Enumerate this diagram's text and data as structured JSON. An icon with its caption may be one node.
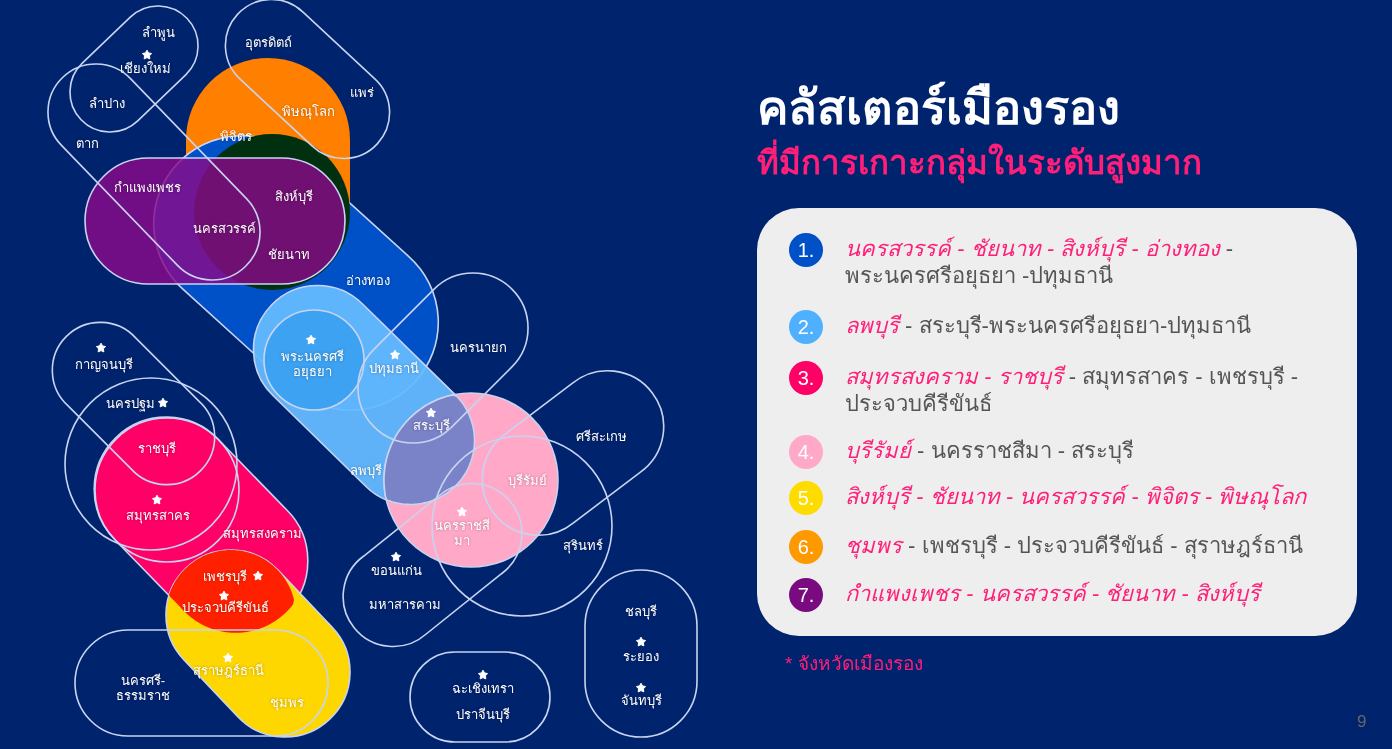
{
  "diagram": {
    "title": "คลัสเตอร์เมืองรอง",
    "nodes": [
      {
        "text": [
          "ลำพูน",
          "เชียงใหม่",
          "ลำปาง"
        ]
      },
      {
        "text": [
          "ตาก"
        ]
      },
      {
        "text": [
          "อุตรดิตถ์",
          "แพร่",
          "พิษณุโลก"
        ]
      },
      {
        "text": [
          "พิจิตร"
        ]
      },
      {
        "text": [
          "อ่างทอง"
        ]
      },
      {
        "text": [
          "สิงห์บุรี",
          "นครสวรรค์",
          "ชัยนาท"
        ]
      },
      {
        "text": [
          "กำแพงเพชร"
        ]
      },
      {
        "text": [
          "นครนายก",
          "ปทุมธานี",
          "สระบุรี"
        ]
      },
      {
        "text": [
          "ลพบุรี"
        ]
      },
      {
        "text": [
          "พระนครศรีอยุธยา"
        ]
      },
      {
        "text": [
          "กาญจนบุรี",
          "นครปฐม"
        ]
      },
      {
        "text": [],
        "shape": "circle"
      },
      {
        "text": [
          "สมุทรสงคราม"
        ]
      },
      {
        "text": [
          "ราชบุรี",
          "สมุทรสาคร"
        ],
        "in": 12
      },
      {
        "text": [
          "ศรีสะเกษ",
          "บุรีรัมย์"
        ]
      },
      {
        "text": [],
        "shape": "circle"
      },
      {
        "text": [
          "สุรินทร์"
        ]
      },
      {
        "text": [
          "นครราชสีมา",
          "ขอนแก่น",
          "มหาสารคาม"
        ]
      },
      {
        "text": [],
        "shape": "box"
      },
      {
        "text": [
          "เพชรบุรี",
          "ประจวบคีรีขันธ์"
        ]
      },
      {
        "text": [
          "สุราษฎร์ธานี",
          "นครศรี-ธรรมราช",
          "ชุมพร"
        ]
      },
      {
        "text": [
          "ฉะเชิงเทรา",
          "ปราจีนบุรี"
        ]
      },
      {
        "text": [
          "ชลบุรี",
          "ระยอง",
          "จันทบุรี"
        ]
      }
    ],
    "labels": [
      "ที่มีการเกาะกลุ่มในระดับสูงมาก",
      "1.",
      "2.",
      "3.",
      "4.",
      "5.",
      "6.",
      "7.",
      "* จังหวัดเมืองรอง",
      "9"
    ],
    "legend": [
      {
        "text": "*นครสวรรค์ - ชัยนาท - สิงห์บุรี - อ่างทอง* - พระนครศรีอยุธยา -ปทุมธานี",
        "color": "#0050c8"
      },
      {
        "text": "*ลพบุรี* - สระบุรี-พระนครศรีอยุธยา-ปทุมธานี",
        "color": "#4fb0ff"
      },
      {
        "text": "*สมุทรสงคราม - ราชบุรี* - สมุทรสาคร - เพชรบุรี - ประจวบคีรีขันธ์",
        "color": "#ff0066"
      },
      {
        "text": "*บุรีรัมย์* - นครราชสีมา - สระบุรี",
        "color": "#ffa8c8"
      },
      {
        "text": "*สิงห์บุรี - ชัยนาท - นครสวรรค์ - พิจิตร - พิษณุโลก*",
        "color": "#ffdc00"
      },
      {
        "text": "*ชุมพร* - เพชรบุรี - ประจวบคีรีขันธ์ - สุราษฎร์ธานี",
        "color": "#ff9900"
      },
      {
        "text": "*กำแพงเพชร - นครสวรรค์ - ชัยนาท - สิงห์บุรี*",
        "color": "#7a0a80"
      }
    ]
  }
}
